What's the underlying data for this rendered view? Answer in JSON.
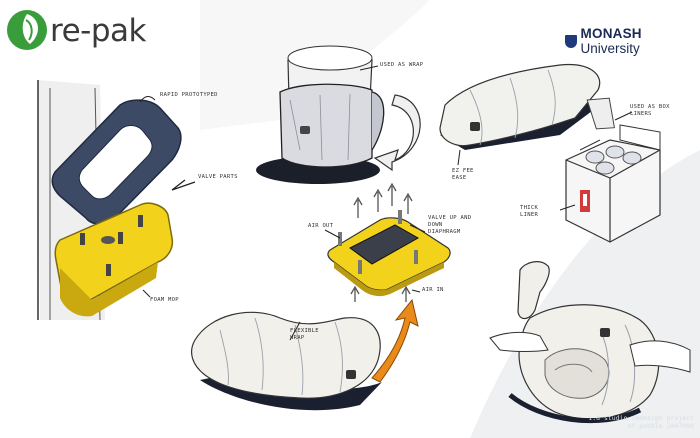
{
  "brand": {
    "logo_text": "re-pak",
    "university_bold": "MONASH",
    "university_regular": " University"
  },
  "labels": {
    "rapid_prototyped": "RAPID PROTOTYPED",
    "valve_parts": "VALVE PARTS",
    "foam_mop": "FOAM MOP",
    "used_as_wrap": "USED AS WRAP",
    "air_out": "AIR OUT",
    "valve_diaphragm": "VALVE UP AND DOWN DIAPHRAGM",
    "air_in": "AIR IN",
    "flexible_wrap": "FLEXIBLE WRAP",
    "ez_fee_ease": "EZ FEE EASE",
    "used_as_box_liners": "USED AS BOX LINERS",
    "thick_liner": "THICK LINER"
  },
  "footer": {
    "line1": "i.d studio  redesign project",
    "line2": "of pebble 2447090"
  },
  "colors": {
    "logo_green": "#3a9d3c",
    "valve_yellow": "#f3d21c",
    "accent_orange": "#e98a1a",
    "monash_blue": "#1f3a7a",
    "box_red": "#d23b3b"
  }
}
